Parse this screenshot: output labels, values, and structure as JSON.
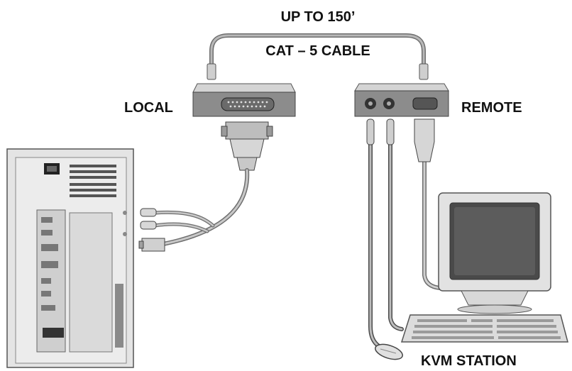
{
  "labels": {
    "distance": "UP TO 150’",
    "cable": "CAT – 5 CABLE",
    "local": "LOCAL",
    "remote": "REMOTE",
    "station": "KVM STATION"
  },
  "colors": {
    "background": "#ffffff",
    "cable": "#b8b8b8",
    "cable_edge": "#6e6e6e",
    "device_body": "#8c8c8c",
    "device_top": "#d4d4d4",
    "tower": "#e4e4e4",
    "screen": "#4a4a4a",
    "text": "#111111"
  },
  "icons": {
    "local_unit": "extender-local-unit-icon",
    "remote_unit": "extender-remote-unit-icon",
    "pc": "pc-tower-icon",
    "monitor": "crt-monitor-icon",
    "keyboard": "keyboard-icon",
    "mouse": "mouse-icon"
  }
}
